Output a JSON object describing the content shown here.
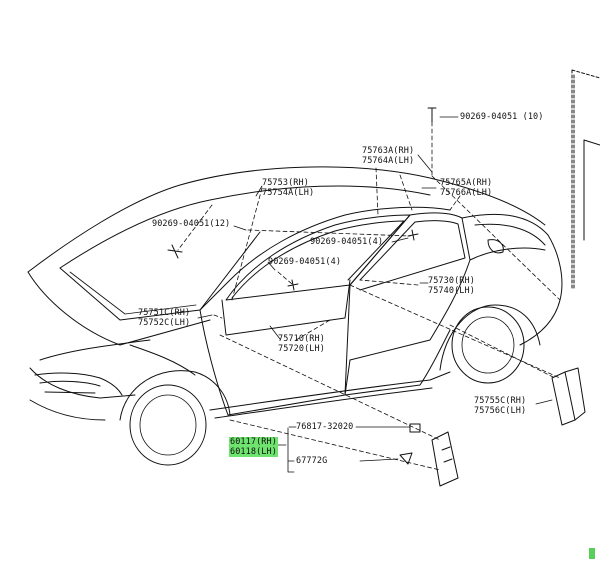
{
  "colors": {
    "line": "#111111",
    "highlight": "#6ee36e"
  },
  "callouts": {
    "c_90269_top": {
      "text": "90269-04051 (10)"
    },
    "c_75763": {
      "line1": "75763A(RH)",
      "line2": "75764A(LH)"
    },
    "c_75753": {
      "line1": "75753(RH)",
      "line2": "75754A(LH)"
    },
    "c_75765": {
      "line1": "75765A(RH)",
      "line2": "75766A(LH)"
    },
    "c_90269_left": {
      "text": "90269-04051(12)"
    },
    "c_90269_mid": {
      "text": "90269-04051(4)"
    },
    "c_90269_low": {
      "text": "90269-04051(4)"
    },
    "c_75730": {
      "line1": "75730(RH)",
      "line2": "75740(LH)"
    },
    "c_75751": {
      "line1": "75751C(RH)",
      "line2": "75752C(LH)"
    },
    "c_75710": {
      "line1": "75710(RH)",
      "line2": "75720(LH)"
    },
    "c_75755": {
      "line1": "75755C(RH)",
      "line2": "75756C(LH)"
    },
    "c_76817": {
      "text": "76817-32020"
    },
    "c_60117": {
      "line1": "60117(RH)",
      "line2": "60118(LH)"
    },
    "c_67772": {
      "text": "67772G"
    }
  }
}
